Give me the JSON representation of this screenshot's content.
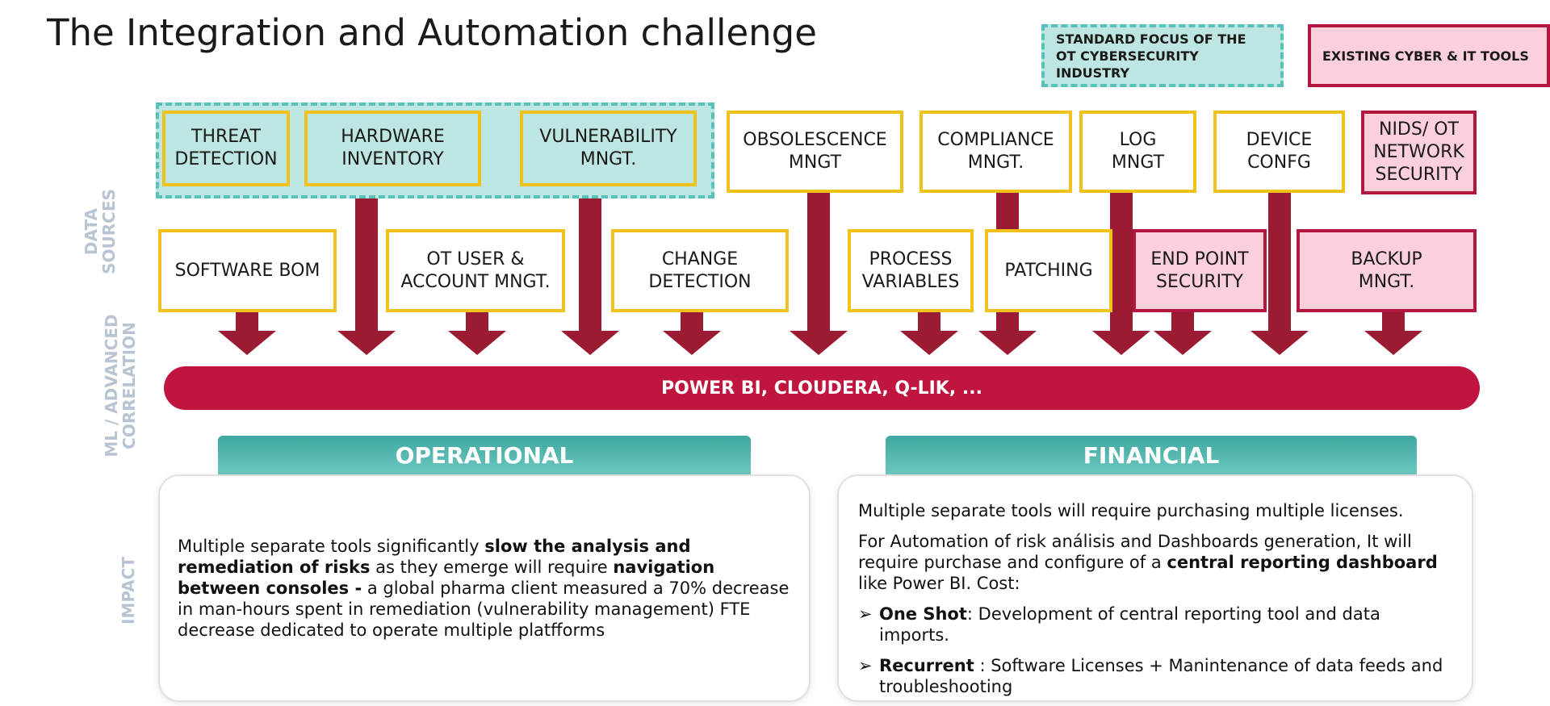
{
  "title": "The Integration and Automation challenge",
  "legend": {
    "focus": "STANDARD FOCUS OF THE OT CYBERSECURITY INDUSTRY",
    "tools": "EXISTING CYBER & IT TOOLS"
  },
  "side_labels": {
    "data_sources": [
      "DATA",
      "SOURCES"
    ],
    "ml": [
      "ML / ADVANCED",
      "CORRELATION"
    ],
    "impact": "IMPACT"
  },
  "top_row": [
    {
      "l1": "THREAT",
      "l2": "DETECTION",
      "style": "focus"
    },
    {
      "l1": "HARDWARE",
      "l2": "INVENTORY",
      "style": "focus"
    },
    {
      "l1": "VULNERABILITY",
      "l2": "MNGT.",
      "style": "focus"
    },
    {
      "l1": "OBSOLESCENCE",
      "l2": "MNGT",
      "style": "plain"
    },
    {
      "l1": "COMPLIANCE",
      "l2": "MNGT.",
      "style": "plain"
    },
    {
      "l1": "LOG",
      "l2": "MNGT",
      "style": "plain"
    },
    {
      "l1": "DEVICE",
      "l2": "CONFG",
      "style": "plain"
    },
    {
      "l1": "NIDS/ OT",
      "l2": "NETWORK",
      "l3": "SECURITY",
      "style": "tool"
    }
  ],
  "mid_row": [
    {
      "l1": "SOFTWARE BOM",
      "style": "plain"
    },
    {
      "l1": "OT USER &",
      "l2": "ACCOUNT MNGT.",
      "style": "plain"
    },
    {
      "l1": "CHANGE",
      "l2": "DETECTION",
      "style": "plain"
    },
    {
      "l1": "PROCESS",
      "l2": "VARIABLES",
      "style": "plain"
    },
    {
      "l1": "PATCHING",
      "style": "plain"
    },
    {
      "l1": "END POINT",
      "l2": "SECURITY",
      "style": "tool"
    },
    {
      "l1": "BACKUP",
      "l2": "MNGT.",
      "style": "tool"
    }
  ],
  "platform": "POWER BI, CLOUDERA, Q-LIK, ...",
  "colors": {
    "accent_red": "#c0153f",
    "arrow": "#9b1b33",
    "teal_fill": "#bde6e2",
    "teal_dash": "#56c2ba",
    "yellow_border": "#f1c21b",
    "pink_fill": "#fbd0da",
    "pink_border": "#b3163f",
    "side_label": "#b8c4d2"
  },
  "operational": {
    "tab": "OPERATIONAL",
    "t1": "Multiple separate tools significantly ",
    "b1": "slow the analysis and remediation of risks",
    "t2": " as they emerge will require ",
    "b2": "navigation between consoles -",
    "t3": " a global pharma client measured a 70% decrease in man-hours spent in remediation (vulnerability management) FTE decrease dedicated to operate multiple platfforms"
  },
  "financial": {
    "tab": "FINANCIAL",
    "p1": "Multiple separate tools will require purchasing multiple licenses.",
    "p2a": "For Automation of risk análisis and Dashboards generation, It will require purchase and configure of a ",
    "p2b": "central reporting dashboard",
    "p2c": " like Power BI. Cost:",
    "bullet_icon": "arrowhead-bullet-icon",
    "bullet_glyph": "➢",
    "b1_bold": "One Shot",
    "b1_text": ": Development of central reporting tool and data imports.",
    "b2_bold": "Recurrent",
    "b2_text": " :  Software Licenses + Manintenance of data feeds and troubleshooting"
  }
}
